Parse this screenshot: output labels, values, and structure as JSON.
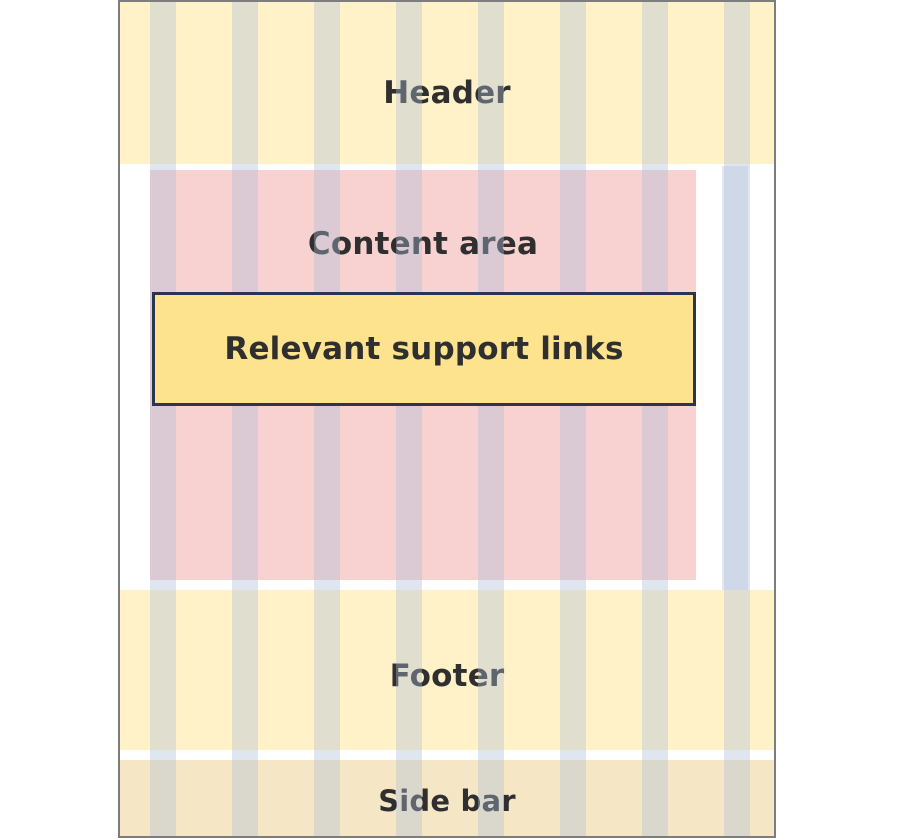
{
  "diagram": {
    "header": "Header",
    "content_area": "Content area",
    "support_links": "Relevant support links",
    "footer": "Footer",
    "side_bar": "Side bar"
  },
  "colors": {
    "header_footer_fill": "#fff1c8",
    "content_fill": "#f7d2d1",
    "support_fill": "#fde38e",
    "sidebar_fill": "#f5e7c6",
    "border": "#2b3550",
    "grid": "#aebed8"
  }
}
